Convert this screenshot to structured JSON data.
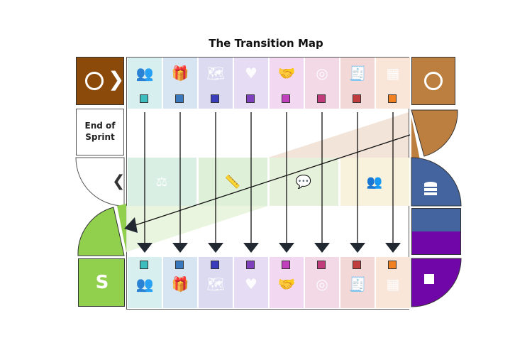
{
  "title": "The Transition Map",
  "end_label": "End of Sprint",
  "start_icon": "radar-icon",
  "goal_icon": "target-icon",
  "loop_icon": "sync-icon",
  "columns": [
    {
      "name": "customer",
      "icon": "users-icon",
      "glyph": "👥",
      "bg": "#d7f0ef",
      "marker": "#3dbdbd"
    },
    {
      "name": "offer",
      "icon": "gift-icon",
      "glyph": "🎁",
      "bg": "#d7e4f1",
      "marker": "#3a78be"
    },
    {
      "name": "journey",
      "icon": "map-icon",
      "glyph": "🗺",
      "bg": "#dcdaf1",
      "marker": "#3b3cbc"
    },
    {
      "name": "experience",
      "icon": "heart-icon",
      "glyph": "♥",
      "bg": "#e6dcf3",
      "marker": "#7f40be"
    },
    {
      "name": "partners",
      "icon": "handshake-icon",
      "glyph": "🤝",
      "bg": "#f2d9f1",
      "marker": "#c040be"
    },
    {
      "name": "costs",
      "icon": "coins-icon",
      "glyph": "◎",
      "bg": "#f2d9e5",
      "marker": "#c03c7a"
    },
    {
      "name": "revenue",
      "icon": "receipt-icon",
      "glyph": "🧾",
      "bg": "#f3d8d8",
      "marker": "#c03c3d"
    },
    {
      "name": "sales",
      "icon": "cash-register-icon",
      "glyph": "▦",
      "bg": "#f9e6d8",
      "marker": "#f08020"
    }
  ],
  "middle_tiles": [
    {
      "name": "governance",
      "icon": "gavel-icon",
      "glyph": "⚖",
      "bg": "#d9efe4"
    },
    {
      "name": "measure",
      "icon": "ruler-icon",
      "glyph": "📏",
      "bg": "#dff0d9"
    },
    {
      "name": "feedback",
      "icon": "speech-bubble-icon",
      "glyph": "💬",
      "bg": "#e6f1db"
    },
    {
      "name": "team",
      "icon": "team-icon",
      "glyph": "👥",
      "bg": "#f8f1dc"
    }
  ],
  "right_blocks": [
    {
      "name": "data",
      "icon": "database-icon",
      "color": "#43649f"
    },
    {
      "name": "tech",
      "icon": "chip-icon",
      "color": "#7006a8"
    }
  ],
  "colors": {
    "start": "#8c4a0a",
    "goal": "#bd7f3f",
    "green": "#90d04c",
    "blue": "#43649f",
    "purple": "#7006a8",
    "arrow": "#222831"
  }
}
